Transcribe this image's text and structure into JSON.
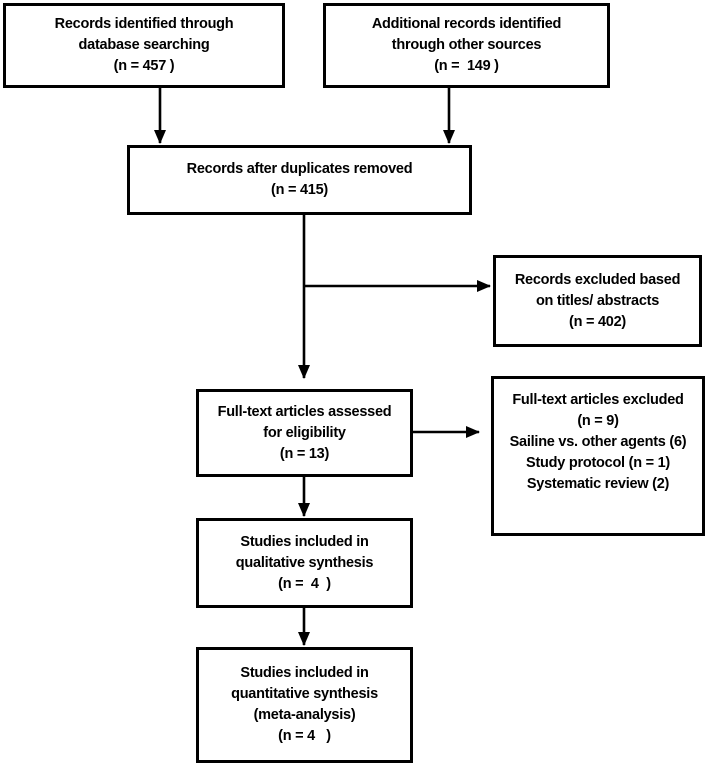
{
  "colors": {
    "box_border": "#000000",
    "box_fill": "#ffffff",
    "arrow": "#000000",
    "text": "#000000",
    "background": "#ffffff"
  },
  "boxes": {
    "records_identified": {
      "lines": [
        "Records identified through",
        "database searching",
        "(n = 457 )"
      ]
    },
    "additional_records": {
      "lines": [
        "Additional records identified",
        "through other sources",
        "(n =  149 )"
      ]
    },
    "duplicates_removed": {
      "lines": [
        "Records after duplicates removed",
        "(n = 415)"
      ]
    },
    "records_excluded": {
      "lines": [
        "Records excluded based",
        "on titles/ abstracts",
        "(n = 402)"
      ]
    },
    "fulltext_assessed": {
      "lines": [
        "Full-text articles assessed",
        "for eligibility",
        "(n = 13)"
      ]
    },
    "fulltext_excluded": {
      "lines": [
        "Full-text articles excluded",
        "(n = 9)",
        "Sailine vs. other agents (6)",
        "Study protocol (n = 1)",
        "Systematic review (2)"
      ]
    },
    "qualitative_synthesis": {
      "lines": [
        "Studies included in",
        "qualitative synthesis",
        "(n =  4  )"
      ]
    },
    "quantitative_synthesis": {
      "lines": [
        "Studies included in",
        "quantitative synthesis",
        "(meta-analysis)",
        "(n = 4   )"
      ]
    }
  }
}
